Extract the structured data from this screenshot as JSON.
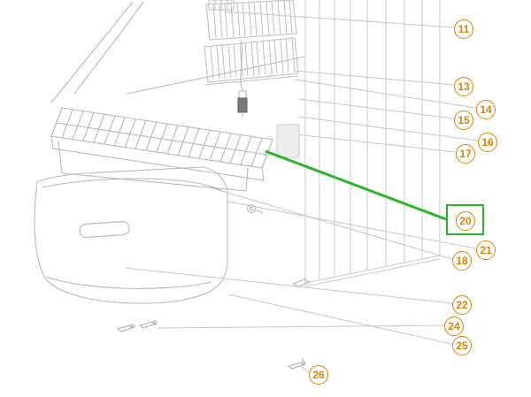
{
  "diagram": {
    "type": "exploded-parts-diagram",
    "subject": "refrigerator-cooling-unit-with-wire-shelf",
    "colors": {
      "callout": "#dd8200",
      "highlight": "#28b428",
      "line_art": "#bdbdbd"
    },
    "highlighted_callout": "20",
    "callouts": [
      {
        "label": "11"
      },
      {
        "label": "13"
      },
      {
        "label": "14"
      },
      {
        "label": "15"
      },
      {
        "label": "16"
      },
      {
        "label": "17"
      },
      {
        "label": "20",
        "highlighted": true
      },
      {
        "label": "21"
      },
      {
        "label": "18"
      },
      {
        "label": "22"
      },
      {
        "label": "24"
      },
      {
        "label": "25"
      },
      {
        "label": "26"
      }
    ]
  }
}
